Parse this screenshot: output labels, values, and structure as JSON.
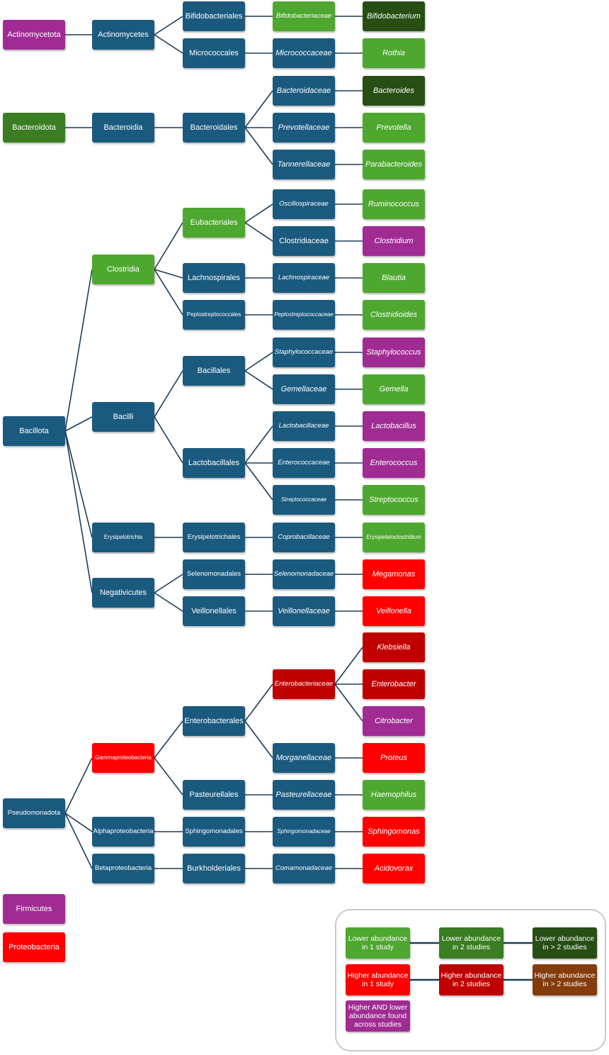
{
  "colors": {
    "blue": "#1b5a7f",
    "lower_1": "#4ea72e",
    "lower_2": "#3a7d22",
    "lower_3": "#274e13",
    "higher_1": "#ff0000",
    "higher_2": "#c00000",
    "higher_3": "#843c0c",
    "mixed": "#a02b93",
    "edge": "#1f3d55"
  },
  "tree": {
    "nodes": [
      {
        "id": "actinomycetota",
        "label": "Actinomycetota",
        "c": "mixed"
      },
      {
        "id": "actinomycetes",
        "label": "Actinomycetes",
        "c": "blue"
      },
      {
        "id": "bifidobacteriales",
        "label": "Bifidobacteriales",
        "c": "blue"
      },
      {
        "id": "micrococcales",
        "label": "Micrococcales",
        "c": "blue"
      },
      {
        "id": "bifidobacteriaceae",
        "label": "Bifidobacteriaceae",
        "c": "lower_1",
        "it": true,
        "sz": "md"
      },
      {
        "id": "micrococcaceae",
        "label": "Micrococcaceae",
        "c": "blue",
        "it": true
      },
      {
        "id": "bifidobacterium",
        "label": "Bifidobacterium",
        "c": "lower_3",
        "it": true
      },
      {
        "id": "rothia",
        "label": "Rothia",
        "c": "lower_1",
        "it": true
      },
      {
        "id": "bacteroidota",
        "label": "Bacteroidota",
        "c": "lower_2"
      },
      {
        "id": "bacteroidia",
        "label": "Bacteroidia",
        "c": "blue"
      },
      {
        "id": "bacteroidales",
        "label": "Bacteroidales",
        "c": "blue"
      },
      {
        "id": "bacteroidaceae",
        "label": "Bacteroidaceae",
        "c": "blue",
        "it": true
      },
      {
        "id": "prevotellaceae",
        "label": "Prevotellaceae",
        "c": "blue",
        "it": true
      },
      {
        "id": "tannerellaceae",
        "label": "Tannerellaceae",
        "c": "blue",
        "it": true
      },
      {
        "id": "bacteroides",
        "label": "Bacteroides",
        "c": "lower_3",
        "it": true
      },
      {
        "id": "prevotella",
        "label": "Prevotella",
        "c": "lower_1",
        "it": true
      },
      {
        "id": "parabacteroides",
        "label": "Parabacteroides",
        "c": "lower_1",
        "it": true
      },
      {
        "id": "bacillota",
        "label": "Bacillota",
        "c": "blue"
      },
      {
        "id": "clostridia",
        "label": "Clostridia",
        "c": "lower_1"
      },
      {
        "id": "bacilli",
        "label": "Bacilli",
        "c": "blue"
      },
      {
        "id": "erysipelotrichia",
        "label": "Erysipelotrichia",
        "c": "blue",
        "sz": "sm"
      },
      {
        "id": "negativicutes",
        "label": "Negativicutes",
        "c": "blue"
      },
      {
        "id": "eubacteriales",
        "label": "Eubacteriales",
        "c": "lower_1"
      },
      {
        "id": "lachnospirales",
        "label": "Lachnospirales",
        "c": "blue"
      },
      {
        "id": "peptostreptococcales",
        "label": "Peptostreptococcales",
        "c": "blue",
        "sz": "sm"
      },
      {
        "id": "bacillales",
        "label": "Bacillales",
        "c": "blue"
      },
      {
        "id": "lactobacillales",
        "label": "Lactobacillales",
        "c": "blue"
      },
      {
        "id": "erysipelotrichales",
        "label": "Erysipelotrichales",
        "c": "blue",
        "sz": "md"
      },
      {
        "id": "selenomonadales",
        "label": "Selenomonadales",
        "c": "blue",
        "sz": "md"
      },
      {
        "id": "veillonellales",
        "label": "Veillonellales",
        "c": "blue"
      },
      {
        "id": "oscillospiraceae",
        "label": "Oscillospiraceae",
        "c": "blue",
        "it": true,
        "sz": "md"
      },
      {
        "id": "clostridiaceae",
        "label": "Clostridiaceae",
        "c": "blue"
      },
      {
        "id": "lachnospiraceae",
        "label": "Lachnospiraceae",
        "c": "blue",
        "it": true,
        "sz": "md"
      },
      {
        "id": "peptostreptococcaceae",
        "label": "Peptostreptococcaceae",
        "c": "blue",
        "it": true,
        "sz": "sm"
      },
      {
        "id": "staphylococcaceae",
        "label": "Staphylococcaceae",
        "c": "blue",
        "it": true,
        "sz": "md"
      },
      {
        "id": "gemellaceae",
        "label": "Gemellaceae",
        "c": "blue",
        "it": true
      },
      {
        "id": "lactobacillaceae",
        "label": "Lactobacillaceae",
        "c": "blue",
        "it": true,
        "sz": "md"
      },
      {
        "id": "enterococcaceae",
        "label": "Enterococcaceae",
        "c": "blue",
        "it": true,
        "sz": "md"
      },
      {
        "id": "streptococcaceae",
        "label": "Streptococcaceae",
        "c": "blue",
        "it": true,
        "sz": "sm"
      },
      {
        "id": "coprobacillaceae",
        "label": "Coprobacillaceae",
        "c": "blue",
        "it": true,
        "sz": "md"
      },
      {
        "id": "selenomonadaceae",
        "label": "Selenomonadaceae",
        "c": "blue",
        "it": true,
        "sz": "md"
      },
      {
        "id": "veillonellaceae",
        "label": "Veillonellaceae",
        "c": "blue",
        "it": true
      },
      {
        "id": "ruminococcus",
        "label": "Ruminococcus",
        "c": "lower_1",
        "it": true
      },
      {
        "id": "clostridium",
        "label": "Clostridium",
        "c": "mixed",
        "it": true
      },
      {
        "id": "blautia",
        "label": "Blautia",
        "c": "lower_1",
        "it": true
      },
      {
        "id": "clostridioides",
        "label": "Clostridioides",
        "c": "lower_1",
        "it": true
      },
      {
        "id": "staphylococcus",
        "label": "Staphylococcus",
        "c": "mixed",
        "it": true
      },
      {
        "id": "gemella",
        "label": "Gemella",
        "c": "lower_1",
        "it": true
      },
      {
        "id": "lactobacillus",
        "label": "Lactobacillus",
        "c": "mixed",
        "it": true
      },
      {
        "id": "enterococcus",
        "label": "Enterococcus",
        "c": "mixed",
        "it": true
      },
      {
        "id": "streptococcus",
        "label": "Streptococcus",
        "c": "lower_1",
        "it": true
      },
      {
        "id": "erysipelatoclostridium",
        "label": "Erysipelatoclostridium",
        "c": "lower_1",
        "it": true,
        "sz": "sm"
      },
      {
        "id": "megamonas",
        "label": "Megamonas",
        "c": "higher_1",
        "it": true
      },
      {
        "id": "veillonella",
        "label": "Veillonella",
        "c": "higher_1",
        "it": true
      },
      {
        "id": "pseudomonadota",
        "label": "Pseudomonadota",
        "c": "blue",
        "sz": "md"
      },
      {
        "id": "gammaproteobacteria",
        "label": "Gammaproteobacteria",
        "c": "higher_1",
        "sz": "sm"
      },
      {
        "id": "alphaproteobacteria",
        "label": "Alphaproteobacteria",
        "c": "blue",
        "sz": "md"
      },
      {
        "id": "betaproteobacteria",
        "label": "Betaproteobacteria",
        "c": "blue",
        "sz": "md"
      },
      {
        "id": "enterobacterales",
        "label": "Enterobacterales",
        "c": "blue"
      },
      {
        "id": "pasteurellales",
        "label": "Pasteurellales",
        "c": "blue"
      },
      {
        "id": "sphingomonadales",
        "label": "Sphingomonadales",
        "c": "blue",
        "sz": "md"
      },
      {
        "id": "burkholderiales",
        "label": "Burkholderiales",
        "c": "blue"
      },
      {
        "id": "enterobacteriaceae",
        "label": "Enterobacteriaceae",
        "c": "higher_2",
        "it": true,
        "sz": "md"
      },
      {
        "id": "morganellaceae",
        "label": "Morganellaceae",
        "c": "blue",
        "it": true
      },
      {
        "id": "pasteurellaceae",
        "label": "Pasteurellaceae",
        "c": "blue",
        "it": true
      },
      {
        "id": "sphingomonadaceae",
        "label": "Sphingomonadaceae",
        "c": "blue",
        "it": true,
        "sz": "sm"
      },
      {
        "id": "comamonadaceae",
        "label": "Comamonadaceae",
        "c": "blue",
        "it": true,
        "sz": "md"
      },
      {
        "id": "klebsiella",
        "label": "Klebsiella",
        "c": "higher_2",
        "it": true
      },
      {
        "id": "enterobacter",
        "label": "Enterobacter",
        "c": "higher_2",
        "it": true
      },
      {
        "id": "citrobacter",
        "label": "Citrobacter",
        "c": "mixed",
        "it": true
      },
      {
        "id": "proteus",
        "label": "Proteus",
        "c": "higher_1",
        "it": true
      },
      {
        "id": "haemophilus",
        "label": "Haemophilus",
        "c": "lower_1",
        "it": true
      },
      {
        "id": "sphingomonas",
        "label": "Sphingomonas",
        "c": "higher_1",
        "it": true
      },
      {
        "id": "acidovorax",
        "label": "Acidovorax",
        "c": "higher_1",
        "it": true
      },
      {
        "id": "firmicutes",
        "label": "Firmicutes",
        "c": "mixed"
      },
      {
        "id": "proteobacteria",
        "label": "Proteobacteria",
        "c": "higher_1"
      }
    ],
    "edges": [
      [
        "actinomycetota",
        "actinomycetes"
      ],
      [
        "actinomycetes",
        "bifidobacteriales"
      ],
      [
        "actinomycetes",
        "micrococcales"
      ],
      [
        "bifidobacteriales",
        "bifidobacteriaceae"
      ],
      [
        "micrococcales",
        "micrococcaceae"
      ],
      [
        "bifidobacteriaceae",
        "bifidobacterium"
      ],
      [
        "micrococcaceae",
        "rothia"
      ],
      [
        "bacteroidota",
        "bacteroidia"
      ],
      [
        "bacteroidia",
        "bacteroidales"
      ],
      [
        "bacteroidales",
        "bacteroidaceae"
      ],
      [
        "bacteroidales",
        "prevotellaceae"
      ],
      [
        "bacteroidales",
        "tannerellaceae"
      ],
      [
        "bacteroidaceae",
        "bacteroides"
      ],
      [
        "prevotellaceae",
        "prevotella"
      ],
      [
        "tannerellaceae",
        "parabacteroides"
      ],
      [
        "bacillota",
        "clostridia"
      ],
      [
        "bacillota",
        "bacilli"
      ],
      [
        "bacillota",
        "erysipelotrichia"
      ],
      [
        "bacillota",
        "negativicutes"
      ],
      [
        "clostridia",
        "eubacteriales"
      ],
      [
        "clostridia",
        "lachnospirales"
      ],
      [
        "clostridia",
        "peptostreptococcales"
      ],
      [
        "eubacteriales",
        "oscillospiraceae"
      ],
      [
        "eubacteriales",
        "clostridiaceae"
      ],
      [
        "lachnospirales",
        "lachnospiraceae"
      ],
      [
        "peptostreptococcales",
        "peptostreptococcaceae"
      ],
      [
        "oscillospiraceae",
        "ruminococcus"
      ],
      [
        "clostridiaceae",
        "clostridium"
      ],
      [
        "lachnospiraceae",
        "blautia"
      ],
      [
        "peptostreptococcaceae",
        "clostridioides"
      ],
      [
        "bacilli",
        "bacillales"
      ],
      [
        "bacilli",
        "lactobacillales"
      ],
      [
        "bacillales",
        "staphylococcaceae"
      ],
      [
        "bacillales",
        "gemellaceae"
      ],
      [
        "lactobacillales",
        "lactobacillaceae"
      ],
      [
        "lactobacillales",
        "enterococcaceae"
      ],
      [
        "lactobacillales",
        "streptococcaceae"
      ],
      [
        "staphylococcaceae",
        "staphylococcus"
      ],
      [
        "gemellaceae",
        "gemella"
      ],
      [
        "lactobacillaceae",
        "lactobacillus"
      ],
      [
        "enterococcaceae",
        "enterococcus"
      ],
      [
        "streptococcaceae",
        "streptococcus"
      ],
      [
        "erysipelotrichia",
        "erysipelotrichales"
      ],
      [
        "erysipelotrichales",
        "coprobacillaceae"
      ],
      [
        "coprobacillaceae",
        "erysipelatoclostridium"
      ],
      [
        "negativicutes",
        "selenomonadales"
      ],
      [
        "negativicutes",
        "veillonellales"
      ],
      [
        "selenomonadales",
        "selenomonadaceae"
      ],
      [
        "veillonellales",
        "veillonellaceae"
      ],
      [
        "selenomonadaceae",
        "megamonas"
      ],
      [
        "veillonellaceae",
        "veillonella"
      ],
      [
        "pseudomonadota",
        "gammaproteobacteria"
      ],
      [
        "pseudomonadota",
        "alphaproteobacteria"
      ],
      [
        "pseudomonadota",
        "betaproteobacteria"
      ],
      [
        "gammaproteobacteria",
        "enterobacterales"
      ],
      [
        "gammaproteobacteria",
        "pasteurellales"
      ],
      [
        "enterobacterales",
        "enterobacteriaceae"
      ],
      [
        "enterobacterales",
        "morganellaceae"
      ],
      [
        "enterobacteriaceae",
        "klebsiella"
      ],
      [
        "enterobacteriaceae",
        "enterobacter"
      ],
      [
        "enterobacteriaceae",
        "citrobacter"
      ],
      [
        "morganellaceae",
        "proteus"
      ],
      [
        "pasteurellales",
        "pasteurellaceae"
      ],
      [
        "pasteurellaceae",
        "haemophilus"
      ],
      [
        "alphaproteobacteria",
        "sphingomonadales"
      ],
      [
        "sphingomonadales",
        "sphingomonadaceae"
      ],
      [
        "sphingomonadaceae",
        "sphingomonas"
      ],
      [
        "betaproteobacteria",
        "burkholderiales"
      ],
      [
        "burkholderiales",
        "comamonadaceae"
      ],
      [
        "comamonadaceae",
        "acidovorax"
      ]
    ]
  },
  "legend": {
    "items": [
      {
        "id": "lower_1",
        "label": "Lower abundance in 1 study",
        "c": "lower_1"
      },
      {
        "id": "lower_2",
        "label": "Lower abundance in 2 studies",
        "c": "lower_2"
      },
      {
        "id": "lower_3",
        "label": "Lower abundance in > 2 studies",
        "c": "lower_3"
      },
      {
        "id": "higher_1",
        "label": "Higher abundance in 1 study",
        "c": "higher_1"
      },
      {
        "id": "higher_2",
        "label": "Higher abundance in 2 studies",
        "c": "higher_2"
      },
      {
        "id": "higher_3",
        "label": "Higher abundance in > 2 studies",
        "c": "higher_3"
      },
      {
        "id": "mixed",
        "label": "Higher AND lower abundance found across studies",
        "c": "mixed"
      }
    ],
    "links": [
      [
        "lower_1",
        "lower_2"
      ],
      [
        "lower_2",
        "lower_3"
      ],
      [
        "higher_1",
        "higher_2"
      ],
      [
        "higher_2",
        "higher_3"
      ]
    ]
  }
}
